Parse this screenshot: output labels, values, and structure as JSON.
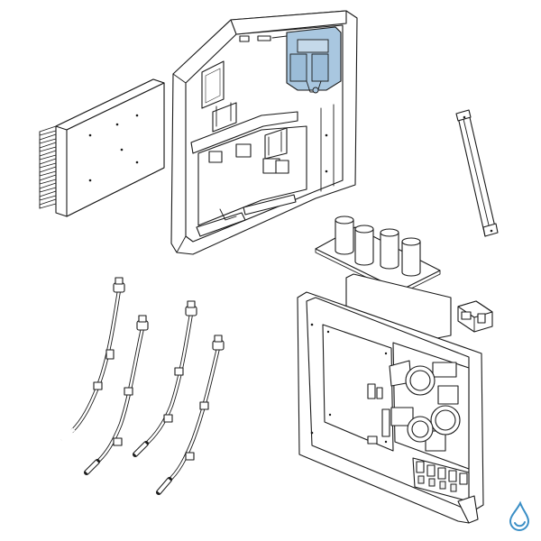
{
  "diagram": {
    "highlight_color": "#a9c7e0",
    "line_color": "#1a1a1a",
    "background": "#ffffff",
    "logo_color": "#3b8fc6",
    "parts": [
      {
        "id": "heatsink",
        "icon": "finned-heatsink"
      },
      {
        "id": "control-box-housing",
        "icon": "electrical-box-housing"
      },
      {
        "id": "reactor-highlighted",
        "icon": "reactor-coil",
        "highlighted": true
      },
      {
        "id": "mounting-bracket",
        "icon": "steel-bracket"
      },
      {
        "id": "capacitor-board",
        "icon": "capacitor-pcb"
      },
      {
        "id": "main-pcb-panel",
        "icon": "inverter-pcb-panel"
      },
      {
        "id": "connector-plug",
        "icon": "connector"
      },
      {
        "id": "thermistor-sensors",
        "icon": "thermistor-probe",
        "count": 4
      }
    ]
  }
}
